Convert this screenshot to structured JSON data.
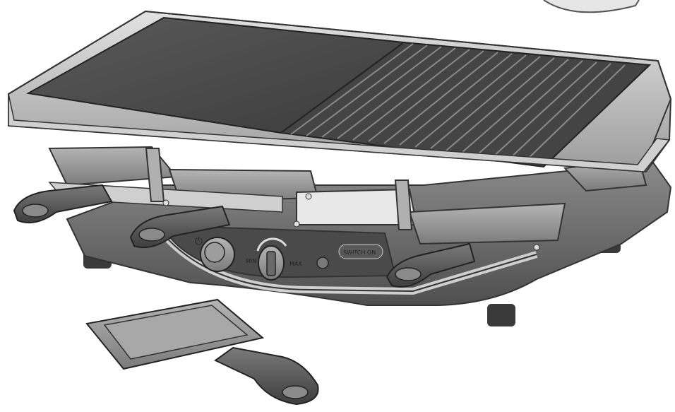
{
  "illustration": {
    "brand_logo_text": "SWITCH ON",
    "dial_min_label": "MIN",
    "dial_max_label": "MAX",
    "power_symbol": "⏻"
  },
  "colors": {
    "background": "#ffffff",
    "plate_flat": "#4a4a4a",
    "plate_grill": "#3d3d3d",
    "frame": "#bdbdbd",
    "base": "#6e6e6e",
    "pan": "#8d8d8d",
    "handle": "#5a5a5a"
  },
  "icons": [
    "power-icon",
    "temperature-dial-icon",
    "indicator-light-icon"
  ]
}
